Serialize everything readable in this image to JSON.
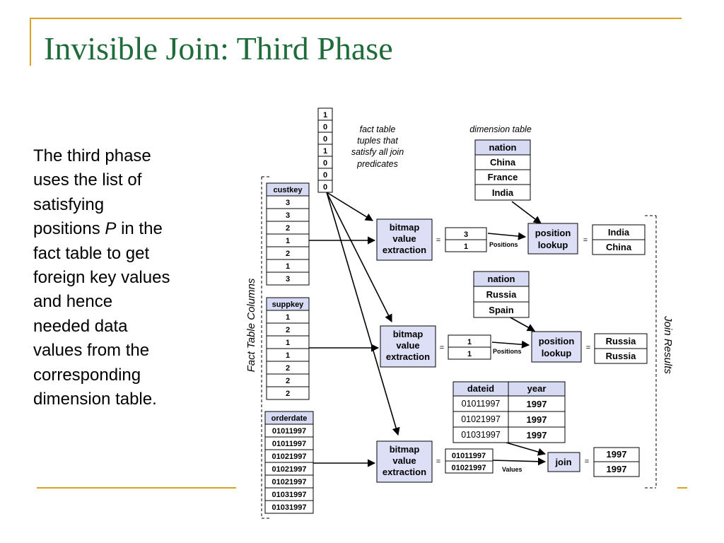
{
  "slide": {
    "title": "Invisible Join: Third Phase",
    "body_lines": [
      "The third phase",
      "uses the list of",
      "satisfying"
    ],
    "body_pre_var": "positions ",
    "body_var": "P",
    "body_post_var": " in the",
    "body_lines2": [
      "fact table to get",
      "foreign key values",
      "and hence",
      "needed data",
      "values from the",
      "corresponding",
      "dimension table."
    ]
  },
  "diagram": {
    "fact_table_columns_label": "Fact Table Columns",
    "join_results_label": "Join Results",
    "bitmap": [
      "1",
      "0",
      "0",
      "1",
      "0",
      "0",
      "0"
    ],
    "bitmap_note": [
      "fact table",
      "tuples that",
      "satisfy all join",
      "predicates"
    ],
    "dimension_table_note": "dimension table",
    "custkey": {
      "header": "custkey",
      "values": [
        "3",
        "3",
        "2",
        "1",
        "2",
        "1",
        "3"
      ]
    },
    "suppkey": {
      "header": "suppkey",
      "values": [
        "1",
        "2",
        "1",
        "1",
        "2",
        "2",
        "2"
      ]
    },
    "orderdate": {
      "header": "orderdate",
      "values": [
        "01011997",
        "01011997",
        "01021997",
        "01021997",
        "01021997",
        "01031997",
        "01031997"
      ]
    },
    "extraction_label": [
      "bitmap",
      "value",
      "extraction"
    ],
    "equals": "=",
    "positions_label": "Positions",
    "values_label": "Values",
    "lookup_label": [
      "position",
      "lookup"
    ],
    "join_label": "join",
    "row1": {
      "extracted": [
        "3",
        "1"
      ],
      "dim_header": "nation",
      "dim_values": [
        "China",
        "France",
        "India"
      ],
      "results": [
        "India",
        "China"
      ]
    },
    "row2": {
      "extracted": [
        "1",
        "1"
      ],
      "dim_header": "nation",
      "dim_values": [
        "Russia",
        "Spain"
      ],
      "results": [
        "Russia",
        "Russia"
      ]
    },
    "row3": {
      "extracted": [
        "01011997",
        "01021997"
      ],
      "date_headers": [
        "dateid",
        "year"
      ],
      "date_rows": [
        [
          "01011997",
          "1997"
        ],
        [
          "01021997",
          "1997"
        ],
        [
          "01031997",
          "1997"
        ]
      ],
      "results": [
        "1997",
        "1997"
      ]
    }
  },
  "colors": {
    "title": "#1f6b3a",
    "accent_line": "#d9a520",
    "box_fill": "#dcdff5",
    "header_fill": "#d6daf2"
  }
}
